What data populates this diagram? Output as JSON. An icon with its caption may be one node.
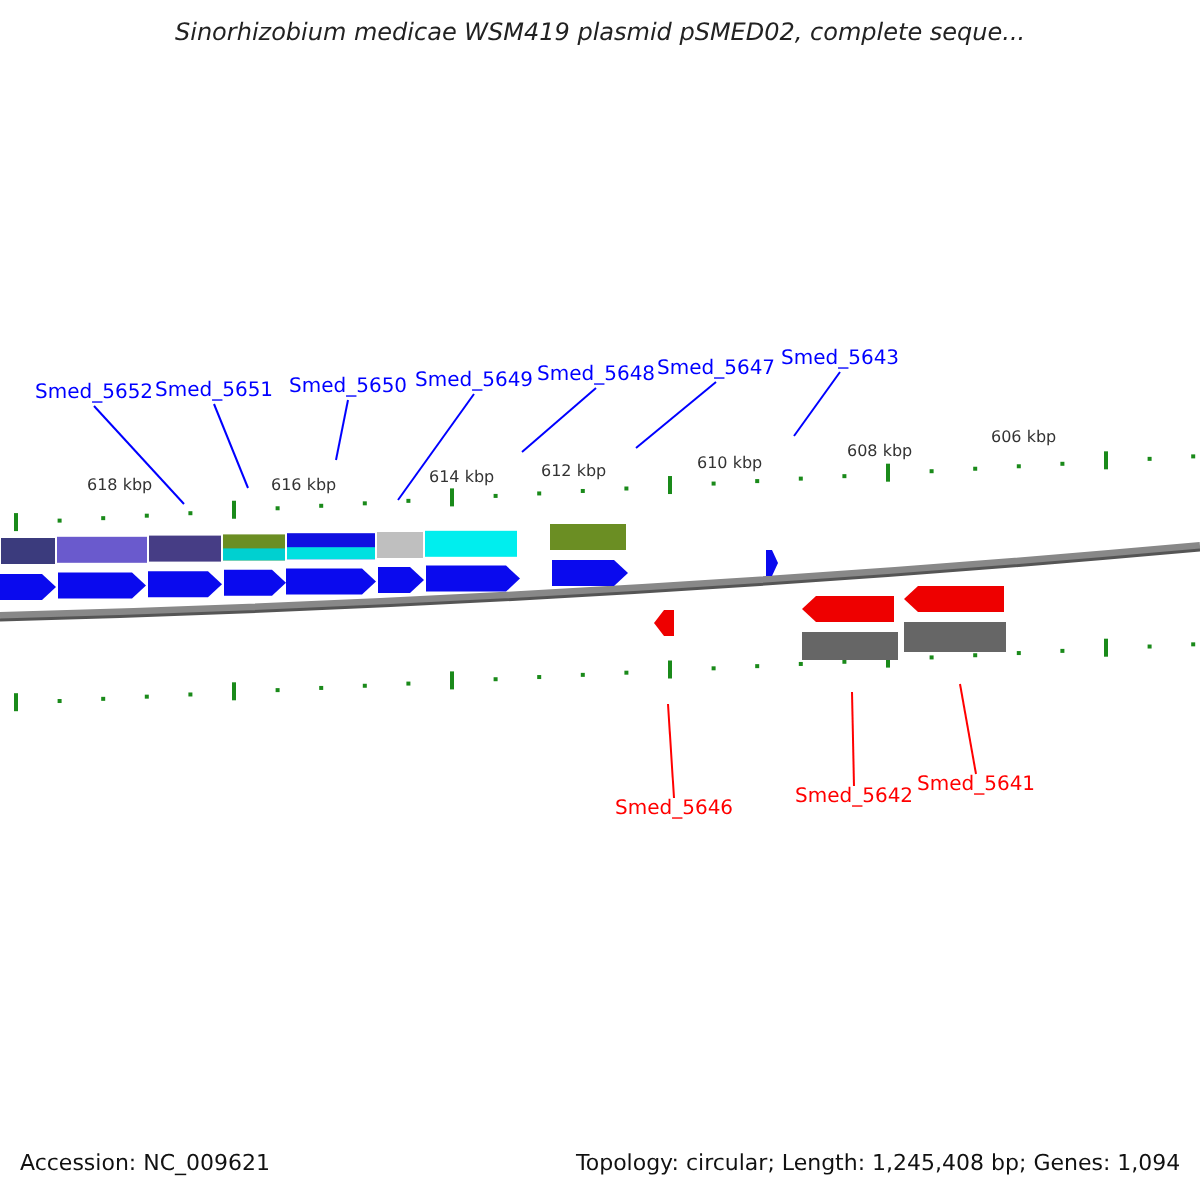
{
  "diagram": {
    "title": "Sinorhizobium medicae WSM419 plasmid pSMED02, complete seque...",
    "nodes": [
      {
        "text": [
          "Smed_5652"
        ]
      },
      {
        "text": [
          "Smed_5651"
        ]
      },
      {
        "text": [
          "Smed_5650"
        ]
      },
      {
        "text": [
          "Smed_5649"
        ]
      },
      {
        "text": [
          "Smed_5648"
        ]
      },
      {
        "text": [
          "Smed_5647"
        ]
      },
      {
        "text": [
          "Smed_5643"
        ]
      },
      {
        "text": [
          "Smed_5646"
        ]
      },
      {
        "text": [
          "Smed_5642"
        ]
      },
      {
        "text": [
          "Smed_5641"
        ]
      }
    ],
    "edges": [
      {
        "from": 0,
        "to": null,
        "arrow": "none"
      },
      {
        "from": 1,
        "to": null,
        "arrow": "none"
      },
      {
        "from": 2,
        "to": null,
        "arrow": "none"
      },
      {
        "from": 3,
        "to": null,
        "arrow": "none"
      },
      {
        "from": 4,
        "to": null,
        "arrow": "none"
      },
      {
        "from": 5,
        "to": null,
        "arrow": "none"
      },
      {
        "from": 6,
        "to": null,
        "arrow": "none"
      },
      {
        "from": 7,
        "to": null,
        "arrow": "none",
        "color": "#ff0000"
      },
      {
        "from": 8,
        "to": null,
        "arrow": "none",
        "color": "#ff0000"
      },
      {
        "from": 9,
        "to": null,
        "arrow": "none",
        "color": "#ff0000"
      }
    ],
    "labels": [
      "618 kbp",
      "616 kbp",
      "614 kbp",
      "612 kbp",
      "610 kbp",
      "608 kbp",
      "606 kbp",
      "Accession: NC_009621",
      "Topology: circular; Length: 1,245,408 bp; Genes: 1,094"
    ]
  }
}
